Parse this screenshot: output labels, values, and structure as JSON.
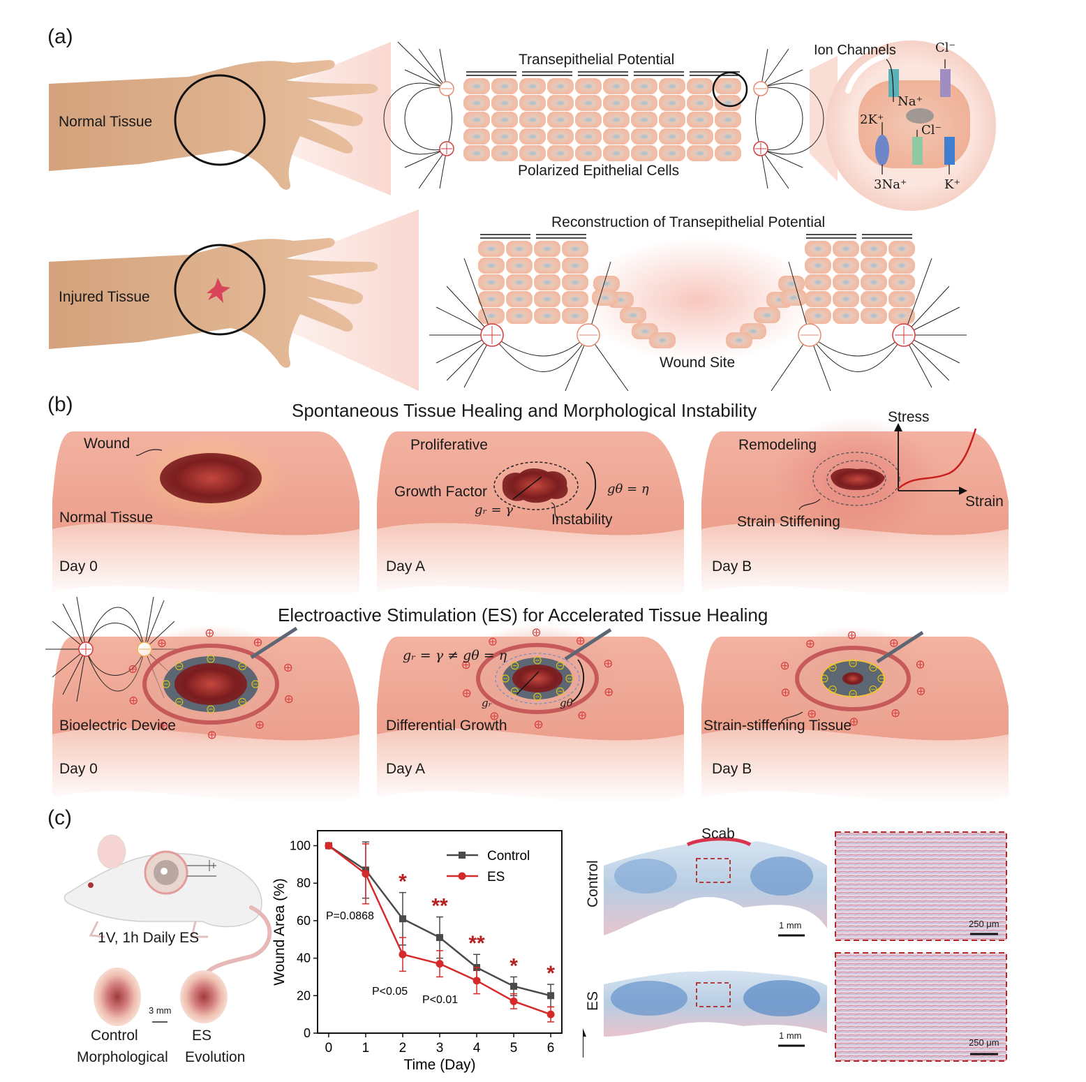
{
  "panel_a": {
    "label": "(a)",
    "normal_tissue": "Normal Tissue",
    "injured_tissue": "Injured Tissue",
    "transepithelial_potential": "Transepithelial Potential",
    "polarized_cells": "Polarized Epithelial Cells",
    "reconstruction": "Reconstruction of Transepithelial Potential",
    "wound_site": "Wound Site",
    "ion_channels": "Ion Channels",
    "cl_top": "Cl⁻",
    "na": "Na⁺",
    "k2": "2K⁺",
    "cl_mid": "Cl⁻",
    "na3": "3Na⁺",
    "k": "K⁺"
  },
  "panel_b": {
    "label": "(b)",
    "title_top": "Spontaneous Tissue Healing and Morphological Instability",
    "title_bottom": "Electroactive Stimulation (ES) for Accelerated Tissue Healing",
    "wound": "Wound",
    "normal_tissue": "Normal Tissue",
    "proliferative": "Proliferative",
    "growth_factor": "Growth Factor",
    "gr_gamma": "gᵣ = γ",
    "gtheta_eta": "gθ = η",
    "instability": "Instability",
    "remodeling": "Remodeling",
    "stress": "Stress",
    "strain": "Strain",
    "strain_stiffening": "Strain Stiffening",
    "inequality": "gᵣ = γ ≠ gθ = η",
    "gr": "gᵣ",
    "gtheta": "gθ",
    "bioelectric_device": "Bioelectric Device",
    "differential_growth": "Differential Growth",
    "strain_stiffening_tissue": "Strain-stiffening Tissue",
    "day0": "Day 0",
    "dayA": "Day A",
    "dayB": "Day B"
  },
  "panel_c": {
    "label": "(c)",
    "es_protocol": "1V, 1h Daily ES",
    "scale_3mm": "3 mm",
    "control": "Control",
    "es": "ES",
    "morphological": "Morphological",
    "evolution": "Evolution",
    "scab": "Scab",
    "scale_1mm": "1 mm",
    "scale_250um": "250 μm",
    "p1": "P=0.0868",
    "p2": "P<0.05",
    "p3": "P<0.01"
  },
  "chart_data": {
    "type": "line",
    "xlabel": "Time (Day)",
    "ylabel": "Wound Area (%)",
    "x": [
      0,
      1,
      2,
      3,
      4,
      5,
      6
    ],
    "xlim": [
      -0.3,
      6.3
    ],
    "ylim": [
      0,
      108
    ],
    "yticks": [
      0,
      20,
      40,
      60,
      80,
      100
    ],
    "legend_position": "top-right",
    "series": [
      {
        "name": "Control",
        "color": "#4a4a4a",
        "marker": "square",
        "values": [
          100,
          87,
          61,
          51,
          35,
          25,
          20
        ],
        "errors": [
          0,
          15,
          14,
          11,
          7,
          5,
          6
        ]
      },
      {
        "name": "ES",
        "color": "#d62a2a",
        "marker": "circle",
        "values": [
          100,
          85,
          42,
          37,
          28,
          17,
          10
        ],
        "errors": [
          0,
          16,
          9,
          7,
          7,
          4,
          4
        ]
      }
    ],
    "significance": [
      {
        "x": 2,
        "label": "*"
      },
      {
        "x": 3,
        "label": "**"
      },
      {
        "x": 4,
        "label": "**"
      },
      {
        "x": 5,
        "label": "*"
      },
      {
        "x": 6,
        "label": "*"
      }
    ]
  }
}
